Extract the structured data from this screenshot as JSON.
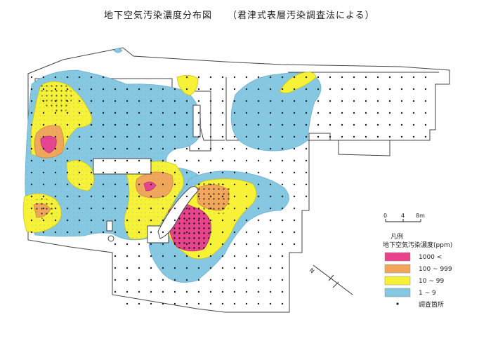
{
  "title": {
    "main": "地下空気汚染濃度分布図",
    "sub": "（君津式表層汚染調査法による）"
  },
  "scale": {
    "ticks": [
      "0",
      "4",
      "8m"
    ]
  },
  "north": "N",
  "legend": {
    "heading": "凡例",
    "subheading": "地下空気汚染濃度(ppm)",
    "items": [
      {
        "label": "1000 <",
        "color": "#e8448e"
      },
      {
        "label": "100 ~ 999",
        "color": "#f2a65a"
      },
      {
        "label": "10 ~  99",
        "color": "#f7f238"
      },
      {
        "label": "1 ~   9",
        "color": "#86c8e2"
      }
    ],
    "point_label": "調査箇所"
  }
}
